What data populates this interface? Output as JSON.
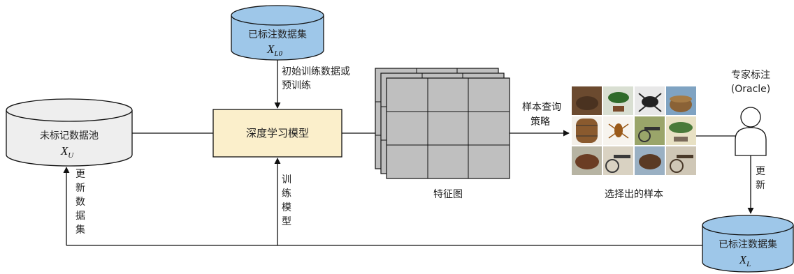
{
  "nodes": {
    "labeled_initial": {
      "label": "已标注数据集",
      "symbol": "X",
      "subscript": "L0",
      "color": "#9ec7e9"
    },
    "unlabeled_pool": {
      "label": "未标记数据池",
      "symbol": "X",
      "subscript": "U",
      "color": "#eeeeee"
    },
    "model": {
      "label": "深度学习模型",
      "color": "#fbefcb"
    },
    "feature_map": {
      "label": "特征图",
      "color": "#bfbfbf"
    },
    "samples": {
      "label": "选择出的样本"
    },
    "oracle": {
      "label_line1": "专家标注",
      "label_line2": "(Oracle)"
    },
    "labeled_final": {
      "label": "已标注数据集",
      "symbol": "X",
      "subscript": "L",
      "color": "#9ec7e9"
    }
  },
  "edges": {
    "init": {
      "line1": "初始训练数据或",
      "line2": "预训练"
    },
    "query": {
      "line1": "样本查询",
      "line2": "策略"
    },
    "update_right": {
      "chars": [
        "更",
        "新"
      ]
    },
    "update_left": {
      "chars": [
        "更",
        "新",
        "数",
        "据",
        "集"
      ]
    },
    "train": {
      "chars": [
        "训",
        "练",
        "模",
        "型"
      ]
    }
  }
}
